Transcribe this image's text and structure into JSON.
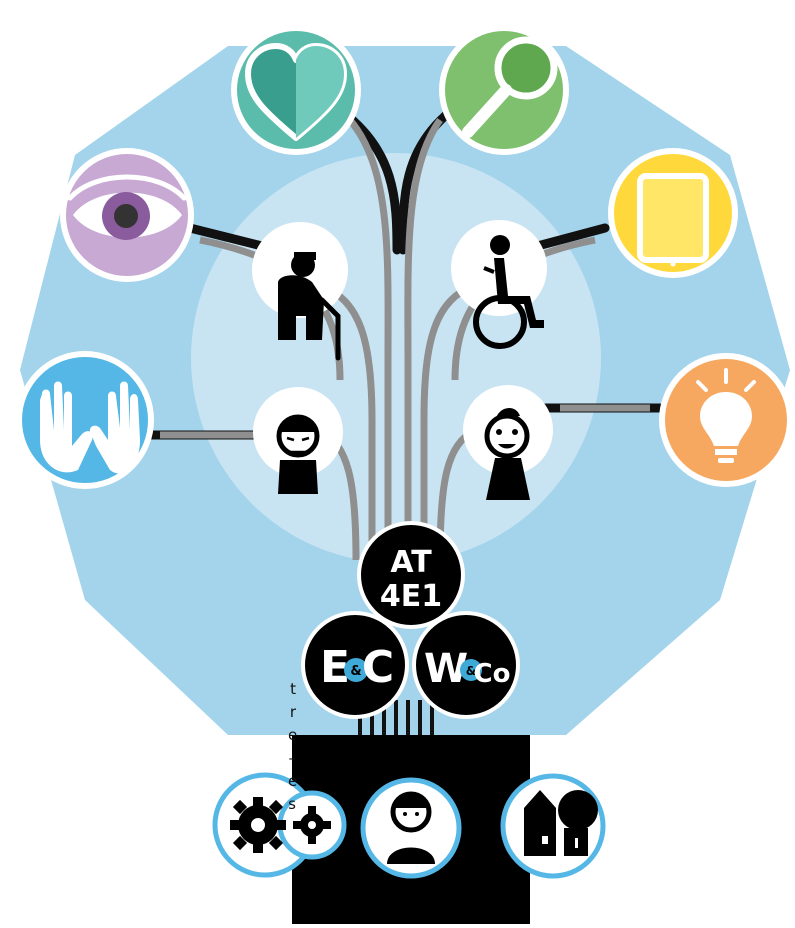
{
  "diagram": {
    "badges": {
      "top": [
        "AT",
        "4E1"
      ],
      "left": [
        "E",
        "&",
        "C"
      ],
      "right": [
        "W",
        "&",
        "Co"
      ]
    },
    "clipped_left_text": [
      "t",
      "r",
      "e",
      "–",
      "e",
      "s"
    ],
    "colors": {
      "outer_octagon": "#a3d4eb",
      "inner_circle": "#c8e4f2",
      "heart": "#5bbcab",
      "magnifier": "#7fc06e",
      "eye": "#c7a9d3",
      "tablet": "#ffd93b",
      "hands": "#55b7e6",
      "bulb": "#f7a860",
      "wire_grey": "#8f8f8f",
      "wire_black": "#111111",
      "trunk": "#000000"
    },
    "icons": {
      "outer": [
        "heart-icon",
        "magnifier-icon",
        "eye-icon",
        "tablet-icon",
        "hands-icon",
        "lightbulb-icon"
      ],
      "inner": [
        "elderly-person-icon",
        "wheelchair-user-icon",
        "sad-person-icon",
        "child-icon"
      ],
      "base": [
        "gears-icon",
        "person-icon",
        "house-tree-icon"
      ]
    }
  }
}
